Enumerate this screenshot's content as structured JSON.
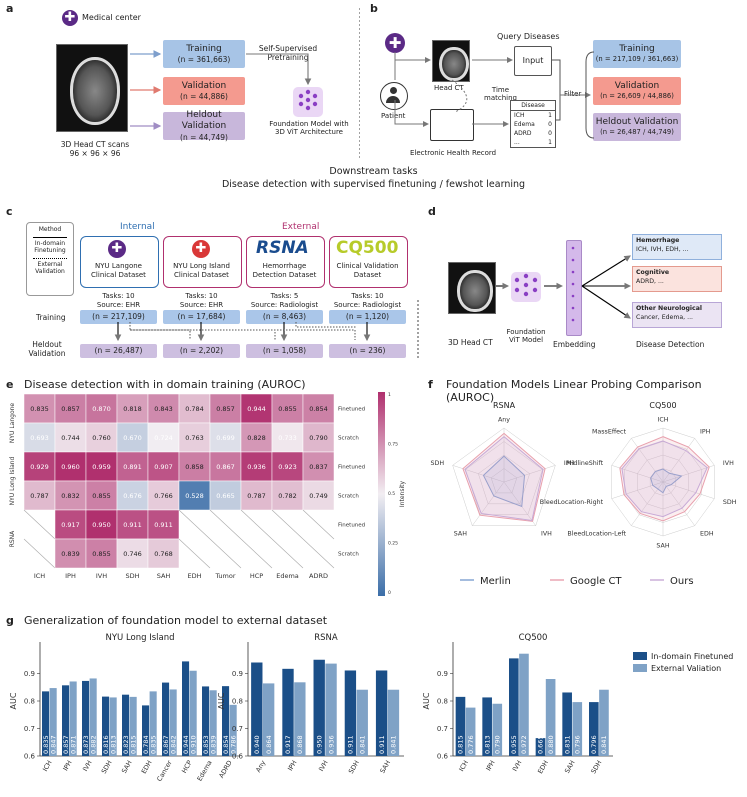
{
  "panel_a": {
    "label": "a",
    "medical_center": "Medical center",
    "scans_line1": "3D Head CT scans",
    "scans_line2": "96 × 96 × 96",
    "training": "Training",
    "training_n": "(n = 361,663)",
    "validation": "Validation",
    "validation_n": "(n = 44,886)",
    "heldout": "Heldout Validation",
    "heldout_n": "(n = 44,749)",
    "ssl_line1": "Self-Supervised",
    "ssl_line2": "Pretraining",
    "fm_line1": "Foundation Model with",
    "fm_line2": "3D ViT Architecture"
  },
  "panel_b": {
    "label": "b",
    "query": "Query Diseases",
    "input": "Input",
    "head_ct": "Head CT",
    "time1": "Time",
    "time2": "matching",
    "patient": "Patient",
    "ehr": "Electronic Health Record",
    "filter": "Filter",
    "disease_header": "Disease",
    "disease_rows": [
      {
        "name": "ICH",
        "val": "1"
      },
      {
        "name": "Edema",
        "val": "0"
      },
      {
        "name": "ADRD",
        "val": "0"
      },
      {
        "name": "...",
        "val": "1"
      }
    ],
    "training": "Training",
    "training_n": "(n = 217,109 / 361,663)",
    "validation": "Validation",
    "validation_n": "(n = 26,609 / 44,886)",
    "heldout": "Heldout Validation",
    "heldout_n": "(n = 26,487 / 44,749)"
  },
  "downstream": {
    "line1": "Downstream tasks",
    "line2": "Disease detection with supervised finetuning / fewshot learning"
  },
  "panel_c": {
    "label": "c",
    "method": "Method",
    "indomain1": "In-domain",
    "indomain2": "Finetuning",
    "external1": "External",
    "external2": "Validation",
    "internal": "Internal",
    "external": "External",
    "rsna_logo": "RSNA",
    "cq500_logo": "CQ500",
    "datasets": [
      {
        "name1": "NYU Langone",
        "name2": "Clinical Dataset",
        "tasks": "Tasks: 10",
        "source": "Source: EHR",
        "train": "(n = 217,109)",
        "held": "(n = 26,487)"
      },
      {
        "name1": "NYU Long Island",
        "name2": "Clinical Dataset",
        "tasks": "Tasks: 10",
        "source": "Source: EHR",
        "train": "(n = 17,684)",
        "held": "(n = 2,202)"
      },
      {
        "name1": "Hemorrhage",
        "name2": "Detection Dataset",
        "tasks": "Tasks: 5",
        "source": "Source: Radiologist",
        "train": "(n = 8,463)",
        "held": "(n = 1,058)"
      },
      {
        "name1": "Clinical Validation",
        "name2": "Dataset",
        "tasks": "Tasks: 10",
        "source": "Source: Radiologist",
        "train": "(n = 1,120)",
        "held": "(n = 236)"
      }
    ],
    "training_row": "Training",
    "heldout_row1": "Heldout",
    "heldout_row2": "Validation"
  },
  "panel_d": {
    "label": "d",
    "head_ct": "3D Head CT",
    "fm1": "Foundation",
    "fm2": "ViT Model",
    "embedding": "Embedding",
    "detection": "Disease Detection",
    "categories": [
      {
        "title": "Hemorrhage",
        "items": "ICH, IVH, EDH, ..."
      },
      {
        "title": "Cognitive",
        "items": "ADRD, ..."
      },
      {
        "title": "Other Neurological",
        "items": "Cancer, Edema, ..."
      }
    ]
  },
  "panel_e": {
    "label": "e",
    "title": "Disease detection with in domain training (AUROC)",
    "cols": [
      "ICH",
      "IPH",
      "IVH",
      "SDH",
      "SAH",
      "EDH",
      "Tumor",
      "HCP",
      "Edema",
      "ADRD"
    ],
    "groups": [
      "NYU Langone",
      "NYU Long Island",
      "RSNA"
    ],
    "row_labels": [
      "Finetuned",
      "Scratch",
      "Finetuned",
      "Scratch",
      "Finetuned",
      "Scratch"
    ],
    "rows": [
      [
        0.835,
        0.857,
        0.87,
        0.818,
        0.843,
        0.784,
        0.857,
        0.944,
        0.855,
        0.854
      ],
      [
        0.693,
        0.744,
        0.76,
        0.67,
        0.724,
        0.763,
        0.699,
        0.828,
        0.733,
        0.79
      ],
      [
        0.929,
        0.96,
        0.959,
        0.891,
        0.907,
        0.858,
        0.867,
        0.936,
        0.923,
        0.837
      ],
      [
        0.787,
        0.832,
        0.855,
        0.676,
        0.766,
        0.528,
        0.665,
        0.787,
        0.782,
        0.749
      ],
      [
        null,
        0.917,
        0.95,
        0.911,
        0.911,
        null,
        null,
        null,
        null,
        null
      ],
      [
        null,
        0.839,
        0.855,
        0.746,
        0.768,
        null,
        null,
        null,
        null,
        null
      ]
    ],
    "colorbar_label": "Intensity",
    "colorbar_ticks": [
      "1",
      "0.75",
      "0.5",
      "0.25",
      "0"
    ],
    "colors": {
      "high": "#b0306e",
      "mid": "#f2eef2",
      "low": "#3b6ea8"
    }
  },
  "panel_f": {
    "label": "f",
    "title": "Foundation Models Linear Probing Comparison (AUROC)",
    "rsna": {
      "title": "RSNA",
      "axes": [
        "Any",
        "IPH",
        "IVH",
        "SAH",
        "SDH"
      ]
    },
    "cq500": {
      "title": "CQ500",
      "axes": [
        "ICH",
        "IPH",
        "IVH",
        "SDH",
        "EDH",
        "SAH",
        "BleedLocation-Left",
        "BleedLocation-Right",
        "MidlineShift",
        "MassEffect"
      ]
    },
    "legend": [
      "Merlin",
      "Google CT",
      "Ours"
    ],
    "colors": {
      "merlin": "#7d9fd0",
      "google": "#e8a0ad",
      "ours": "#c7a9d6"
    }
  },
  "panel_g": {
    "label": "g",
    "title": "Generalization of foundation model to external dataset",
    "ylabel": "AUC",
    "legend": [
      "In-domain Finetuned",
      "External Valiation"
    ],
    "colors": {
      "finetuned": "#1b4f88",
      "external": "#7fa2c6"
    }
  },
  "chart_data": [
    {
      "type": "bar",
      "title": "NYU Long Island",
      "ylabel": "AUC",
      "ylim": [
        0.6,
        1.0
      ],
      "categories": [
        "ICH",
        "IPH",
        "IVH",
        "SDH",
        "SAH",
        "EDH",
        "Cancer",
        "HCP",
        "Edema",
        "ADRD"
      ],
      "series": [
        {
          "name": "In-domain Finetuned",
          "values": [
            0.835,
            0.857,
            0.873,
            0.816,
            0.823,
            0.784,
            0.867,
            0.944,
            0.853,
            0.854
          ]
        },
        {
          "name": "External Valiation",
          "values": [
            0.847,
            0.871,
            0.882,
            0.813,
            0.815,
            0.835,
            0.842,
            0.91,
            0.839,
            0.786
          ]
        }
      ]
    },
    {
      "type": "bar",
      "title": "RSNA",
      "ylabel": "AUC",
      "ylim": [
        0.6,
        1.0
      ],
      "categories": [
        "Any",
        "IPH",
        "IVH",
        "SDH",
        "SAH"
      ],
      "series": [
        {
          "name": "In-domain Finetuned",
          "values": [
            0.94,
            0.917,
            0.95,
            0.911,
            0.911
          ]
        },
        {
          "name": "External Valiation",
          "values": [
            0.864,
            0.868,
            0.936,
            0.841,
            0.841
          ]
        }
      ]
    },
    {
      "type": "bar",
      "title": "CQ500",
      "ylabel": "AUC",
      "ylim": [
        0.6,
        1.0
      ],
      "categories": [
        "ICH",
        "IPH",
        "IVH",
        "EDH",
        "SAH",
        "SDH"
      ],
      "series": [
        {
          "name": "In-domain Finetuned",
          "values": [
            0.815,
            0.813,
            0.955,
            0.665,
            0.831,
            0.796
          ]
        },
        {
          "name": "External Valiation",
          "values": [
            0.776,
            0.79,
            0.972,
            0.88,
            0.796,
            0.841
          ]
        }
      ]
    },
    {
      "type": "radar",
      "title": "RSNA",
      "axes": [
        "Any",
        "IPH",
        "IVH",
        "SAH",
        "SDH"
      ],
      "series": [
        {
          "name": "Merlin",
          "values": [
            0.74,
            0.7,
            0.78,
            0.66,
            0.7
          ]
        },
        {
          "name": "Google CT",
          "values": [
            0.95,
            0.9,
            0.95,
            0.88,
            0.9
          ]
        },
        {
          "name": "Ours",
          "values": [
            0.92,
            0.88,
            0.94,
            0.86,
            0.88
          ]
        }
      ]
    },
    {
      "type": "radar",
      "title": "CQ500",
      "axes": [
        "ICH",
        "IPH",
        "IVH",
        "SDH",
        "EDH",
        "SAH",
        "BleedLocation-Left",
        "BleedLocation-Right",
        "MidlineShift",
        "MassEffect"
      ],
      "series": [
        {
          "name": "Merlin",
          "values": [
            0.62,
            0.6,
            0.68,
            0.58,
            0.55,
            0.6,
            0.58,
            0.6,
            0.62,
            0.62
          ]
        },
        {
          "name": "Google CT",
          "values": [
            0.92,
            0.9,
            0.95,
            0.86,
            0.84,
            0.86,
            0.86,
            0.88,
            0.92,
            0.9
          ]
        },
        {
          "name": "Ours",
          "values": [
            0.88,
            0.86,
            0.93,
            0.82,
            0.8,
            0.82,
            0.84,
            0.86,
            0.9,
            0.88
          ]
        }
      ]
    }
  ]
}
